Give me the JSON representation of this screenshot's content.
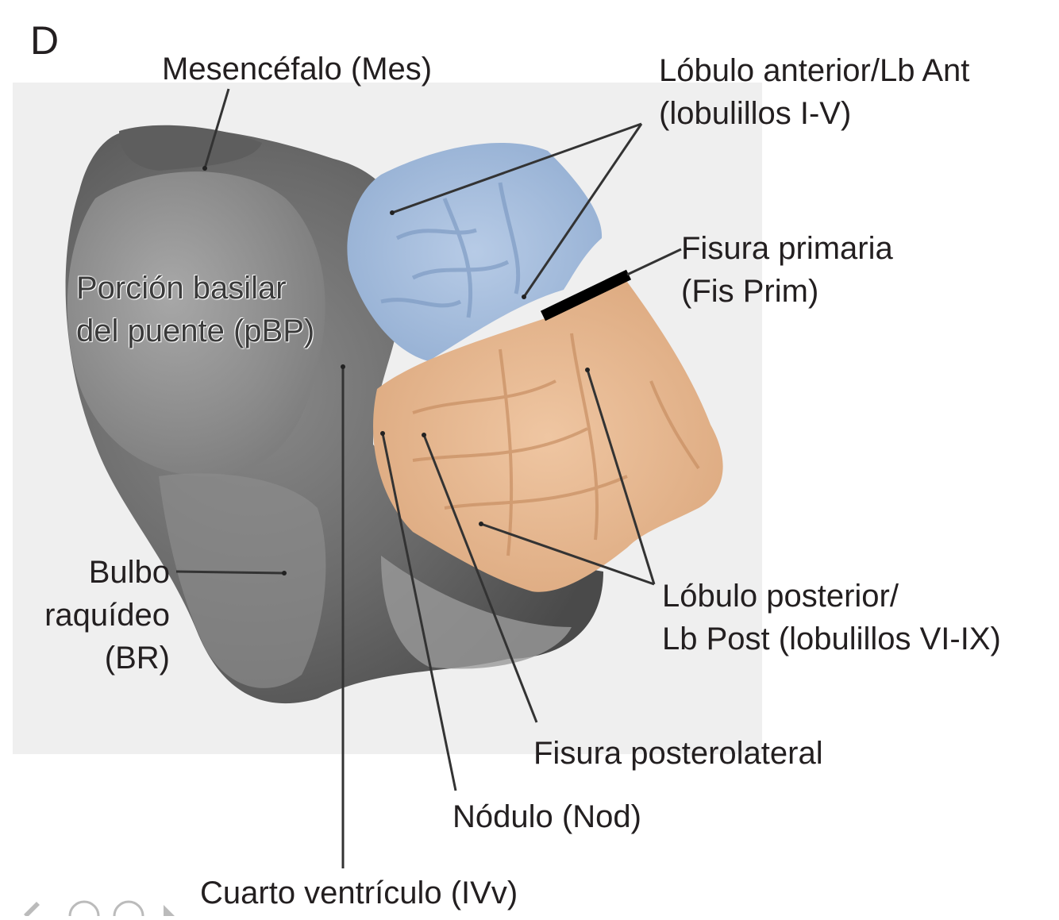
{
  "panel_letter": "D",
  "labels": {
    "mesencefalo": "Mesencéfalo (Mes)",
    "lobulo_anterior": "Lóbulo anterior/Lb Ant\n(lobulillos I-V)",
    "fisura_primaria": "Fisura primaria\n(Fis Prim)",
    "porcion_basilar": "Porción basilar\ndel puente (pBP)",
    "bulbo": "Bulbo\nraquídeo\n(BR)",
    "lobulo_posterior": "Lóbulo posterior/\nLb Post (lobulillos VI-IX)",
    "fisura_posterolateral": "Fisura posterolateral",
    "nodulo": "Nódulo (Nod)",
    "cuarto_ventriculo": "Cuarto ventrículo (IVv)"
  },
  "colors": {
    "anterior_lobe": "#9fb9d9",
    "posterior_lobe": "#e3b48d",
    "brainstem_dark": "#5a5a5a",
    "photo_background": "#eeeeee",
    "fissure_bar": "#000000",
    "leader_line": "#333333"
  },
  "icons": [
    "edit-icon",
    "screen-icon",
    "circle-icon",
    "next-arrow-icon"
  ]
}
